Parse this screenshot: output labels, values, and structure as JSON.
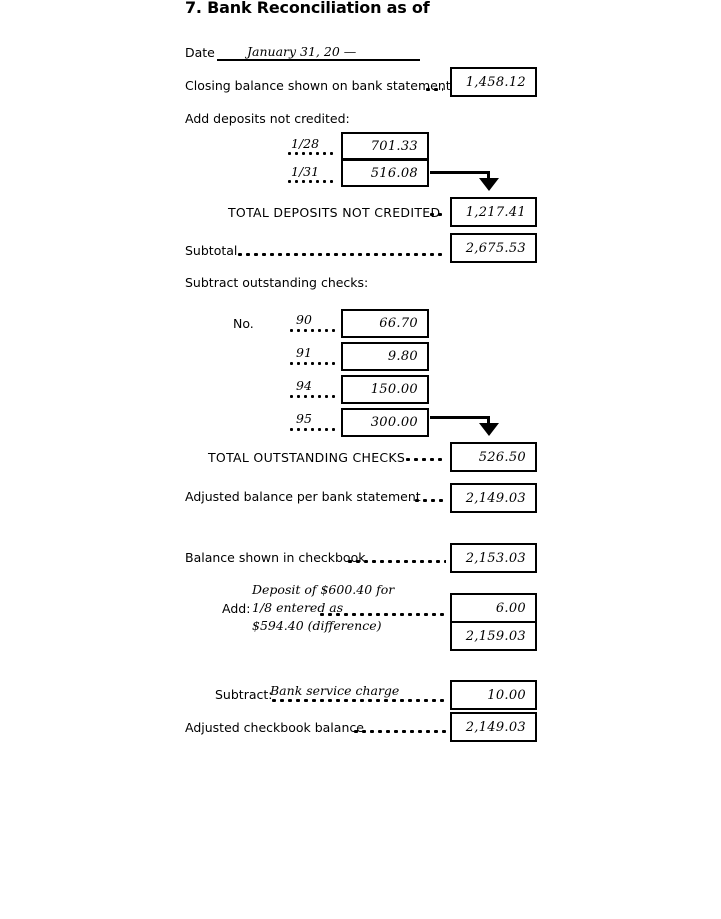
{
  "form": {
    "title": "7. Bank Reconciliation as of",
    "date_label": "Date",
    "date_value": "January 31, 20 —"
  },
  "bank_side": {
    "closing_balance_label": "Closing balance shown on bank statement",
    "closing_balance_value": "1,458.12",
    "add_deposits_label": "Add deposits not credited:",
    "deposits": [
      {
        "date": "1/28",
        "amount": "701.33"
      },
      {
        "date": "1/31",
        "amount": "516.08"
      }
    ],
    "total_deposits_label": "TOTAL DEPOSITS NOT CREDITED",
    "total_deposits_value": "1,217.41",
    "subtotal_label": "Subtotal",
    "subtotal_value": "2,675.53",
    "subtract_checks_label": "Subtract outstanding checks:",
    "checks_no_label": "No.",
    "checks": [
      {
        "number": "90",
        "amount": "66.70"
      },
      {
        "number": "91",
        "amount": "9.80"
      },
      {
        "number": "94",
        "amount": "150.00"
      },
      {
        "number": "95",
        "amount": "300.00"
      }
    ],
    "total_checks_label": "TOTAL OUTSTANDING CHECKS",
    "total_checks_value": "526.50",
    "adjusted_bank_label": "Adjusted balance per bank statement",
    "adjusted_bank_value": "2,149.03"
  },
  "book_side": {
    "checkbook_balance_label": "Balance shown in checkbook",
    "checkbook_balance_value": "2,153.03",
    "add_label": "Add:",
    "add_note_line1": "Deposit of $600.40 for",
    "add_note_line2": "1/8 entered as",
    "add_note_line3": "$594.40 (difference)",
    "add_value": "6.00",
    "running_total_value": "2,159.03",
    "subtract_label": "Subtract:",
    "subtract_note": "Bank service charge",
    "subtract_value": "10.00",
    "adjusted_checkbook_label": "Adjusted checkbook balance",
    "adjusted_checkbook_value": "2,149.03"
  }
}
